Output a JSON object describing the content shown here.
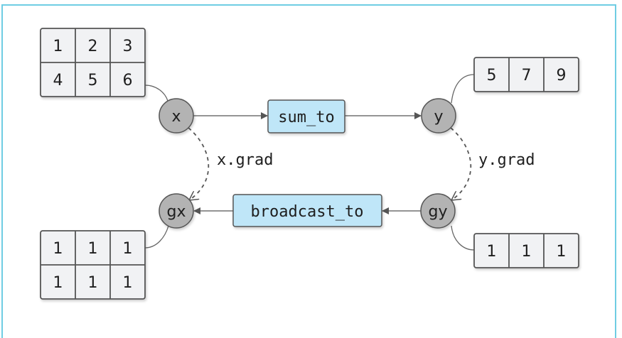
{
  "diagram": {
    "nodes": {
      "x": {
        "label": "x"
      },
      "y": {
        "label": "y"
      },
      "gx": {
        "label": "gx"
      },
      "gy": {
        "label": "gy"
      }
    },
    "ops": {
      "sum_to": {
        "label": "sum_to"
      },
      "broadcast_to": {
        "label": "broadcast_to"
      }
    },
    "edge_labels": {
      "x_grad": "x.grad",
      "y_grad": "y.grad"
    },
    "tensors": {
      "x_value": [
        [
          "1",
          "2",
          "3"
        ],
        [
          "4",
          "5",
          "6"
        ]
      ],
      "y_value": [
        [
          "5",
          "7",
          "9"
        ]
      ],
      "gy_value": [
        [
          "1",
          "1",
          "1"
        ]
      ],
      "gx_value": [
        [
          "1",
          "1",
          "1"
        ],
        [
          "1",
          "1",
          "1"
        ]
      ]
    },
    "colors": {
      "frame": "#6fcde3",
      "op_fill": "#bfe6f8",
      "node_fill": "#b3b3b3",
      "cell_fill": "#f1f2f4",
      "stroke": "#555555"
    }
  }
}
